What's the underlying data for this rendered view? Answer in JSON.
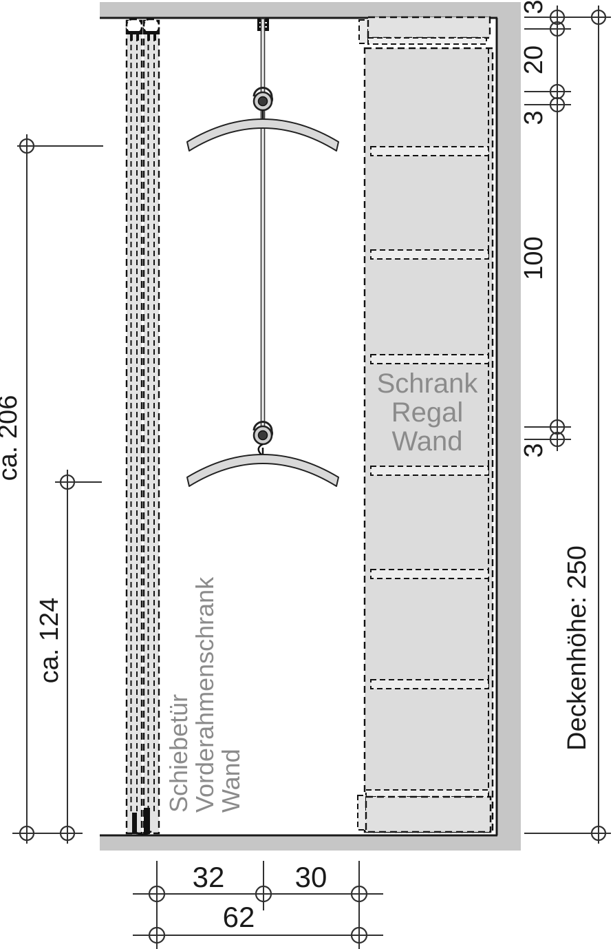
{
  "drawing": {
    "title_labels": {
      "cabinet_line1": "Schrank",
      "cabinet_line2": "Regal",
      "cabinet_line3": "Wand",
      "door_line1": "Schiebetür",
      "door_line2": "Vorderahmenschrank",
      "door_line3": "Wand"
    },
    "dimensions": {
      "right_gap_top": "3",
      "right_top_compartment": "20",
      "right_board_upper": "3",
      "right_hanging_space": "100",
      "right_board_lower": "3",
      "ceiling_height": "Deckenhöhe: 250",
      "left_upper_rail_height": "ca. 206",
      "left_lower_rail_height": "ca. 124",
      "bottom_door_zone": "32",
      "bottom_clearance": "30",
      "bottom_total_depth": "62"
    },
    "colors": {
      "structure_gray": "#c6c6c6",
      "column_fill": "#dcdcdc",
      "shelf_band_fill": "#ededed",
      "door_fill": "#e3e3e3",
      "hanger_fill": "#d9d9d9",
      "label_gray": "#8b8b8b",
      "line_dark": "#1a1a1a"
    }
  }
}
